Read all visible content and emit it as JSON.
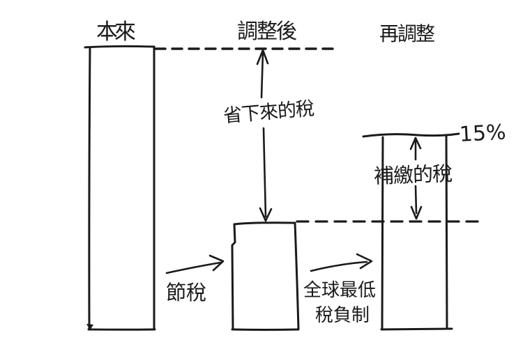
{
  "labels": {
    "original": "本來",
    "adjusted": "調整後",
    "readjusted": "再調整",
    "saved_tax": "省下來的稅",
    "makeup_tax": "補繳的稅",
    "tax_saving": "節稅",
    "global_min_tax_line1": "全球最低",
    "global_min_tax_line2": "稅負制",
    "rate": "15%"
  },
  "colors": {
    "ink": "#1a1a1a",
    "background": "#ffffff"
  }
}
